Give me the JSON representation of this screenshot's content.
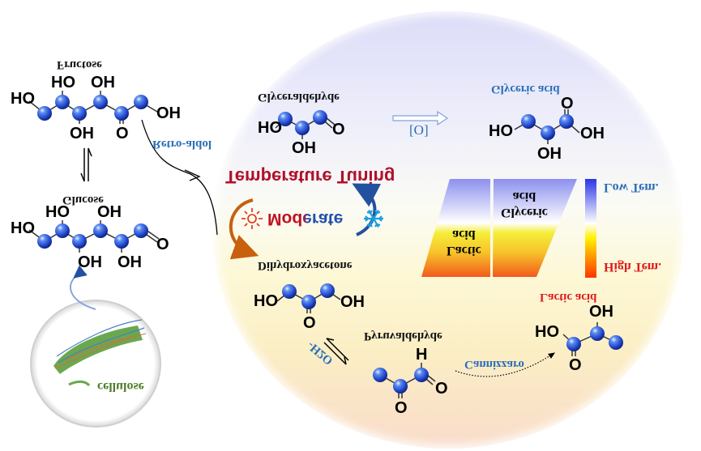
{
  "molecules": {
    "fructose": {
      "name": "Fructose",
      "atoms": [
        "HO",
        "HO",
        "OH",
        "OH",
        "O",
        "OH"
      ]
    },
    "glucose": {
      "name": "Glucose",
      "atoms": [
        "HO",
        "HO",
        "OH",
        "OH",
        "OH",
        "O"
      ]
    },
    "glyceraldehyde": {
      "name": "Glyceraldehyde",
      "atoms": [
        "HO",
        "OH",
        "O"
      ]
    },
    "glyceric_acid": {
      "name": "Glyceric acid",
      "atoms": [
        "HO",
        "OH",
        "O",
        "OH"
      ]
    },
    "dihydroxyacetone": {
      "name": "Dihydroxyacetone",
      "atoms": [
        "HO",
        "O",
        "OH"
      ]
    },
    "pyruvaldehyde": {
      "name": "Pyruvaldehyde",
      "atoms": [
        "O",
        "H",
        "O"
      ]
    },
    "lactic_acid": {
      "name": "Lactic acid",
      "atoms": [
        "HO",
        "OH",
        "O"
      ]
    }
  },
  "cellulose": {
    "label": "cellulose"
  },
  "reactions": {
    "retro_aldol": "Retro-aldol",
    "oxidation": "[O]",
    "dehydration": "-H2O",
    "cannizzaro": "Cannizzaro"
  },
  "temperature": {
    "title": "Temperature Tuning",
    "center": "Moderate",
    "hot_icon": "sun-icon",
    "cold_icon": "snowflake-icon"
  },
  "selectivity_bar": {
    "lactic": "Lactic acid",
    "lactic_line1": "Lactic",
    "lactic_line2": "acid",
    "glyceric_line1": "Glyceric",
    "glyceric_line2": "acid",
    "low": "Low Tem.",
    "high": "High Tem."
  },
  "colors": {
    "ball": "#2a4fd0",
    "title_red": "#b0102a",
    "blue_text": "#2a6fb8",
    "red_text": "#e01a1a",
    "arrow_orange": "#c8600e",
    "arrow_blue": "#2450a0"
  }
}
